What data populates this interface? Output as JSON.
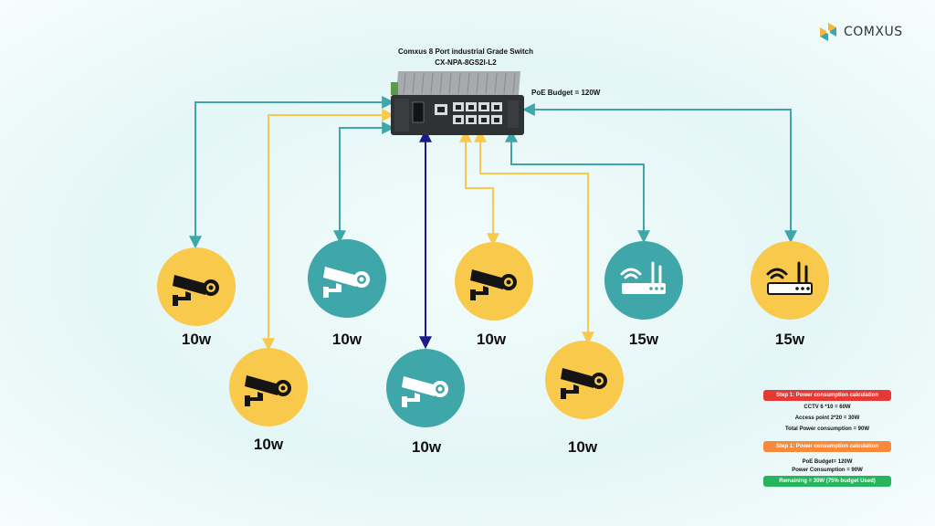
{
  "header": {
    "switch_title": "Comxus 8 Port industrial Grade Switch",
    "switch_model": "CX-NPA-8GS2I-L2",
    "poe_budget": "PoE Budget = 120W",
    "brand": "COMXUS"
  },
  "devices": [
    {
      "icon": "cctv-camera-icon",
      "color": "#f8c94a",
      "watt": "10w"
    },
    {
      "icon": "cctv-camera-icon",
      "color": "#f8c94a",
      "watt": "10w"
    },
    {
      "icon": "cctv-camera-icon",
      "color": "#3fa6aa",
      "watt": "10w"
    },
    {
      "icon": "cctv-camera-icon",
      "color": "#3fa6aa",
      "watt": "10w"
    },
    {
      "icon": "cctv-camera-icon",
      "color": "#f8c94a",
      "watt": "10w"
    },
    {
      "icon": "cctv-camera-icon",
      "color": "#f8c94a",
      "watt": "10w"
    },
    {
      "icon": "access-point-icon",
      "color": "#3fa6aa",
      "watt": "15w"
    },
    {
      "icon": "access-point-icon",
      "color": "#f8c94a",
      "watt": "15w"
    }
  ],
  "calculation": {
    "step1_label": "Step 1: Power consumption calculation",
    "cctv_line": "CCTV 6 *10 = 60W",
    "ap_line": "Access point 2*20 = 30W",
    "total_line": "Total Power consumption = 90W",
    "step2_label": "Step 1: Power consumption calculation",
    "budget_line": "PoE Budget= 120W",
    "consumption_line": "Power Consumption = 90W",
    "remaining_label": "Remaining = 30W (75% budget Used)"
  },
  "colors": {
    "teal_wire": "#3fa6aa",
    "yellow_wire": "#f8c94a",
    "navy_wire": "#1c1a8a",
    "badge_red": "#e53935",
    "badge_orange": "#f58a3c",
    "badge_green": "#27b45e"
  }
}
